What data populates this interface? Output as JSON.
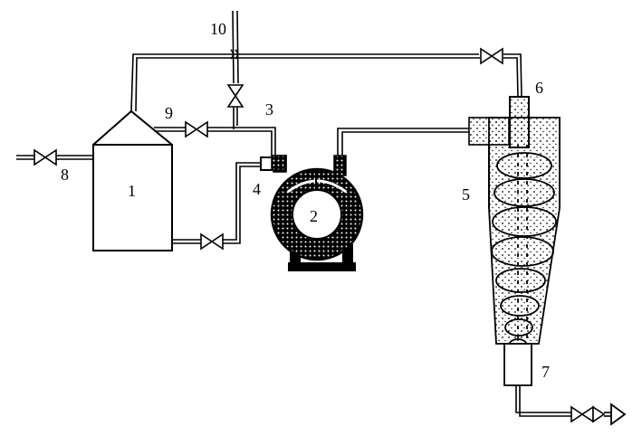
{
  "labels": {
    "tank": "1",
    "pump": "2",
    "pipe_3": "3",
    "fitting_4": "4",
    "cyclone": "5",
    "inlet_6": "6",
    "outlet_7": "7",
    "valve_8": "8",
    "valve_9": "9",
    "line_10": "10"
  },
  "colors": {
    "line": "#000000",
    "background": "#ffffff"
  }
}
